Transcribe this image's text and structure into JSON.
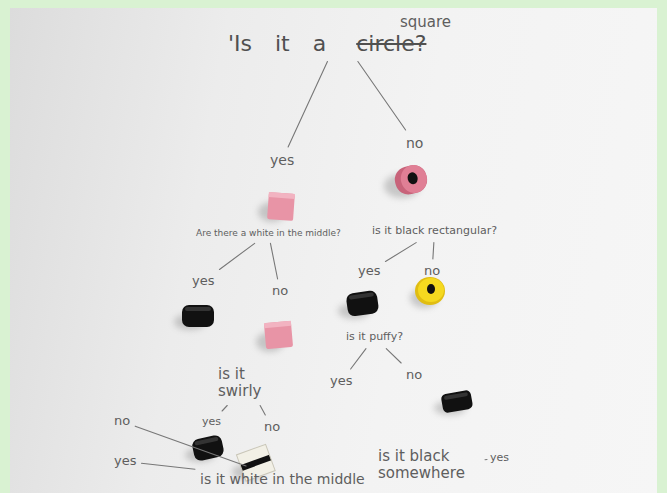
{
  "diagram": {
    "nodes": [
      {
        "text": [
          "square",
          "'Is it a",
          "circle?"
        ]
      },
      {
        "text": [
          "yes"
        ]
      },
      {
        "text": [
          "no"
        ]
      },
      {
        "text": [
          "Are there a white in the middle?"
        ]
      },
      {
        "text": [
          "is it black rectangular?"
        ]
      },
      {
        "text": [
          "yes"
        ]
      },
      {
        "text": [
          "no"
        ]
      },
      {
        "text": [
          "yes"
        ]
      },
      {
        "text": [
          "no"
        ]
      },
      {
        "text": [
          "is it puffy?"
        ]
      },
      {
        "text": [
          "yes"
        ]
      },
      {
        "text": [
          "no"
        ]
      },
      {
        "text": [
          "is it swirly"
        ]
      },
      {
        "text": [
          "no"
        ]
      },
      {
        "text": [
          "yes"
        ]
      },
      {
        "text": [
          "no"
        ]
      },
      {
        "text": [
          "yes"
        ]
      },
      {
        "text": [
          "is it white in the middle"
        ]
      },
      {
        "text": [
          "is it black somewhere"
        ]
      },
      {
        "text": [
          "yes"
        ]
      }
    ],
    "edges": [
      {
        "from": 0,
        "to": 1,
        "arrow": "none"
      },
      {
        "from": 0,
        "to": 2,
        "arrow": "none"
      },
      {
        "from": 3,
        "to": 5,
        "arrow": "none"
      },
      {
        "from": 3,
        "to": 6,
        "arrow": "none"
      },
      {
        "from": 4,
        "to": 7,
        "arrow": "none"
      },
      {
        "from": 4,
        "to": 8,
        "arrow": "none"
      },
      {
        "from": 9,
        "to": 10,
        "arrow": "none"
      },
      {
        "from": 9,
        "to": 11,
        "arrow": "none"
      },
      {
        "from": 12,
        "to": 14,
        "arrow": "none"
      },
      {
        "from": 12,
        "to": 15,
        "arrow": "none"
      },
      {
        "from": 17,
        "to": 13,
        "arrow": "none"
      },
      {
        "from": 17,
        "to": 16,
        "arrow": "none"
      },
      {
        "from": 18,
        "to": 19,
        "arrow": "none"
      }
    ]
  }
}
